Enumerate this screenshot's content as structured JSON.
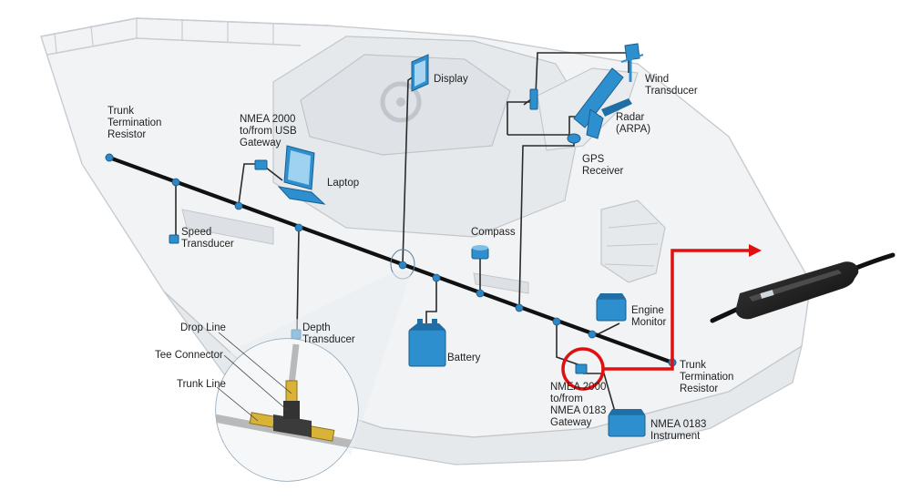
{
  "labels": {
    "trunk_term_left": [
      "Trunk",
      "Termination",
      "Resistor"
    ],
    "usb_gateway": [
      "NMEA 2000",
      "to/from USB",
      "Gateway"
    ],
    "laptop": [
      "Laptop"
    ],
    "display": [
      "Display"
    ],
    "wind": [
      "Wind",
      "Transducer"
    ],
    "radar": [
      "Radar",
      "(ARPA)"
    ],
    "gps": [
      "GPS",
      "Receiver"
    ],
    "speed": [
      "Speed",
      "Transducer"
    ],
    "compass": [
      "Compass"
    ],
    "engine": [
      "Engine",
      "Monitor"
    ],
    "trunk_term_right": [
      "Trunk",
      "Termination",
      "Resistor"
    ],
    "depth": [
      "Depth",
      "Transducer"
    ],
    "battery": [
      "Battery"
    ],
    "gateway_0183": [
      "NMEA 2000",
      "to/from",
      "NMEA 0183",
      "Gateway"
    ],
    "instrument_0183": [
      "NMEA 0183",
      "Instrument"
    ],
    "drop_line": [
      "Drop Line"
    ],
    "tee_connector": [
      "Tee Connector"
    ],
    "trunk_line": [
      "Trunk Line"
    ]
  },
  "colors": {
    "device": "#2e8fce",
    "trunk": "#111111",
    "highlight": "#e01010"
  }
}
